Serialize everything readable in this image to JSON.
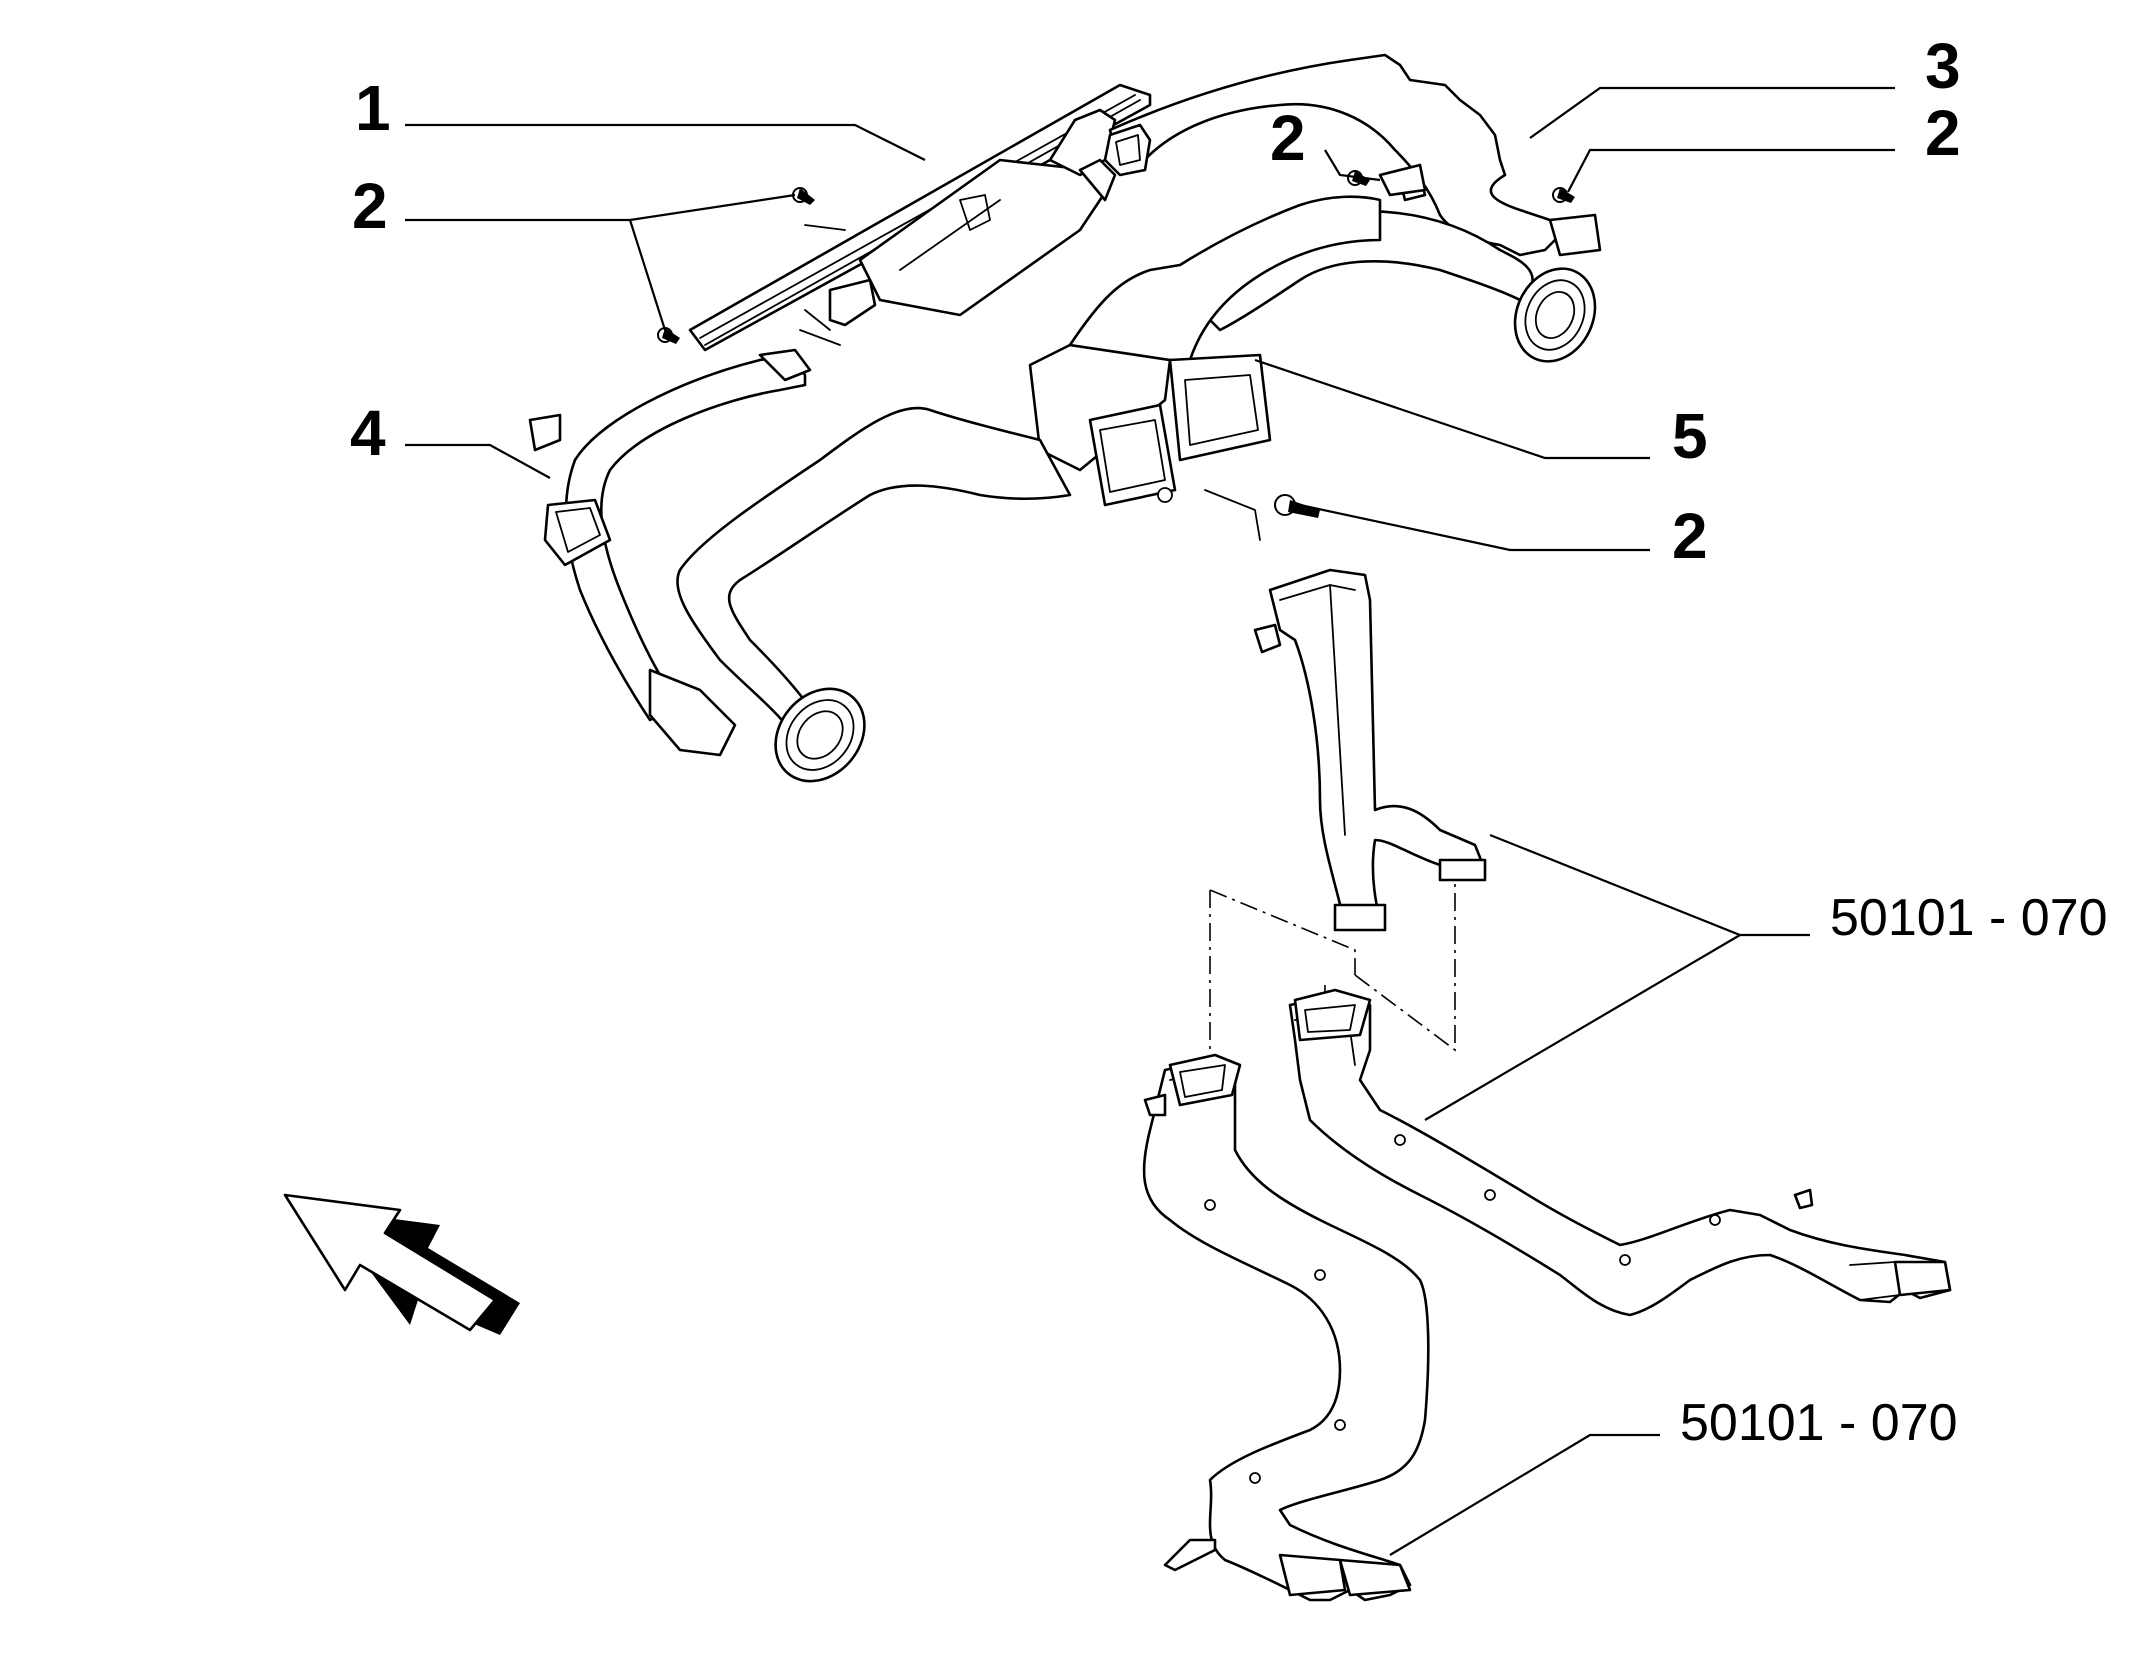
{
  "callouts": {
    "c1": "1",
    "c2_upper_left": "2",
    "c2_mid_top": "2",
    "c2_right_top": "2",
    "c2_lower": "2",
    "c3": "3",
    "c4": "4",
    "c5": "5",
    "ref_right": "50101 - 070",
    "ref_bottom": "50101 - 070"
  },
  "icons": {
    "direction_arrow": "front-direction-arrow-icon"
  },
  "colors": {
    "line": "#000000",
    "background": "#ffffff"
  }
}
